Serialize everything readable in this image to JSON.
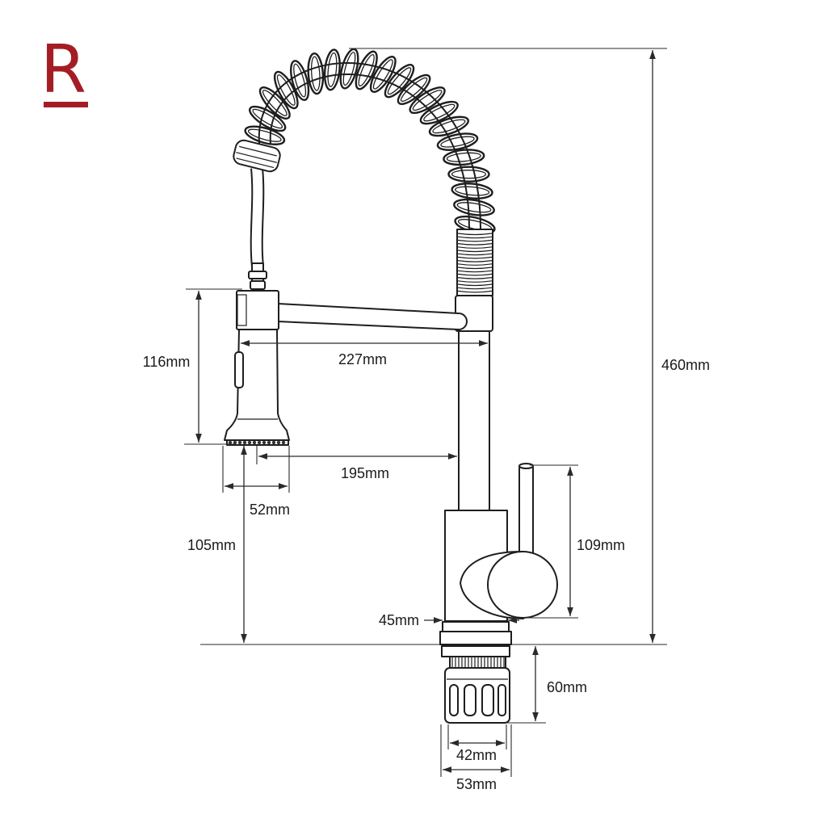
{
  "logo": {
    "text": "R"
  },
  "dimensions": {
    "spray_head_height": "116mm",
    "reach": "227mm",
    "spout_to_head": "195mm",
    "spray_head_width": "52mm",
    "spray_clearance": "105mm",
    "handle_height": "109mm",
    "body_diameter": "45mm",
    "shank_length": "60mm",
    "shank_diameter": "42mm",
    "base_diameter": "53mm",
    "total_height": "460mm"
  },
  "colors": {
    "line": "#1e1e1e",
    "logo": "#a51d24",
    "background": "#ffffff"
  }
}
